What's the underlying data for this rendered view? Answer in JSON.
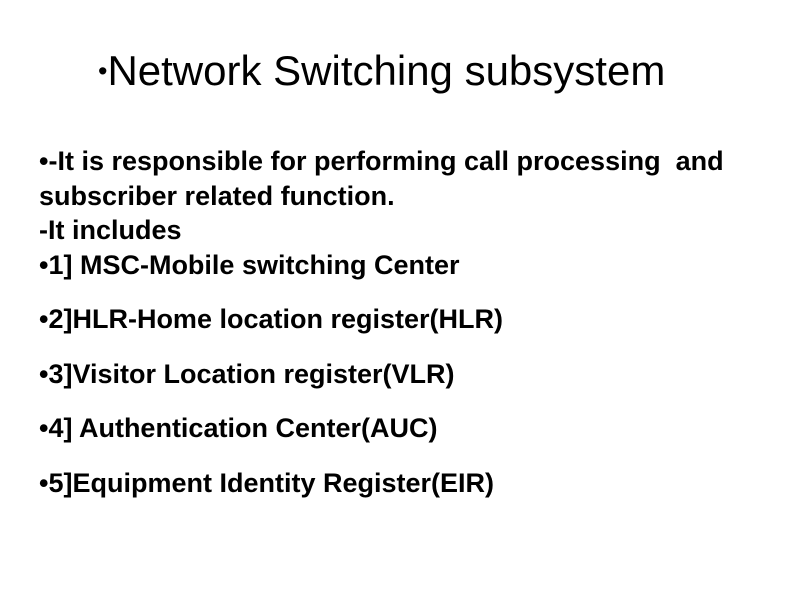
{
  "title": {
    "bullet": "•",
    "text": "Network Switching subsystem"
  },
  "body": {
    "items": [
      {
        "bullet": "•",
        "text": "-It is responsible for performing call processing  and subscriber related function."
      },
      {
        "bullet": "",
        "text": "-It includes"
      },
      {
        "bullet": "•",
        "text": "1] MSC-Mobile switching Center"
      },
      {
        "bullet": "•",
        "text": "2]HLR-Home location register(HLR)"
      },
      {
        "bullet": "•",
        "text": "3]Visitor Location register(VLR)"
      },
      {
        "bullet": "•",
        "text": "4] Authentication Center(AUC)"
      },
      {
        "bullet": "•",
        "text": "5]Equipment Identity Register(EIR)"
      }
    ]
  },
  "colors": {
    "background": "#ffffff",
    "text": "#000000"
  }
}
